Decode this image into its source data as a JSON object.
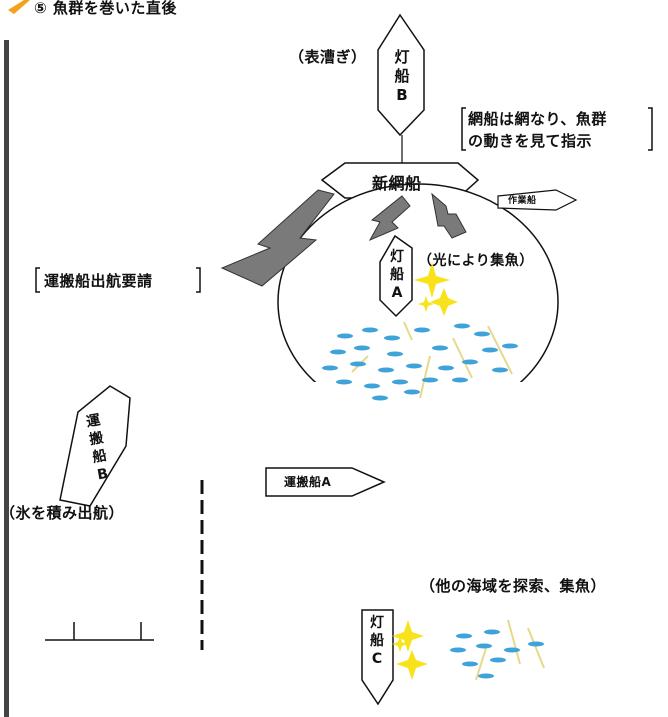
{
  "title": "⑤ 魚群を巻いた直後",
  "labels": {
    "surface_remark": "（表漕ぎ）",
    "net_ship": "新網船",
    "net_ship_note_1": "網船は網なり、魚群",
    "net_ship_note_2": "の動きを見て指示",
    "work_boat": "作業船",
    "gather_by_light": "（光により集魚）",
    "carrier_request": "運搬船出航要請",
    "carrier_a": "運搬船A",
    "carrier_b_cargo": "（氷を積み出航）",
    "search_other": "（他の海域を探索、集魚）"
  },
  "vertical_labels": {
    "light_ship_b": [
      "灯",
      "船",
      "B"
    ],
    "light_ship_a": [
      "灯",
      "船",
      "A"
    ],
    "light_ship_c": [
      "灯",
      "船",
      "C"
    ],
    "carrier_ship_b": [
      "運",
      "搬",
      "船",
      "B"
    ]
  },
  "colors": {
    "ink": "#111111",
    "lightning": "#7a7a7a",
    "fish": "#3fa2d8",
    "sparkle": "#f7e21c",
    "seaweed": "#e6d98a",
    "title_icon": "#f2a21b"
  }
}
